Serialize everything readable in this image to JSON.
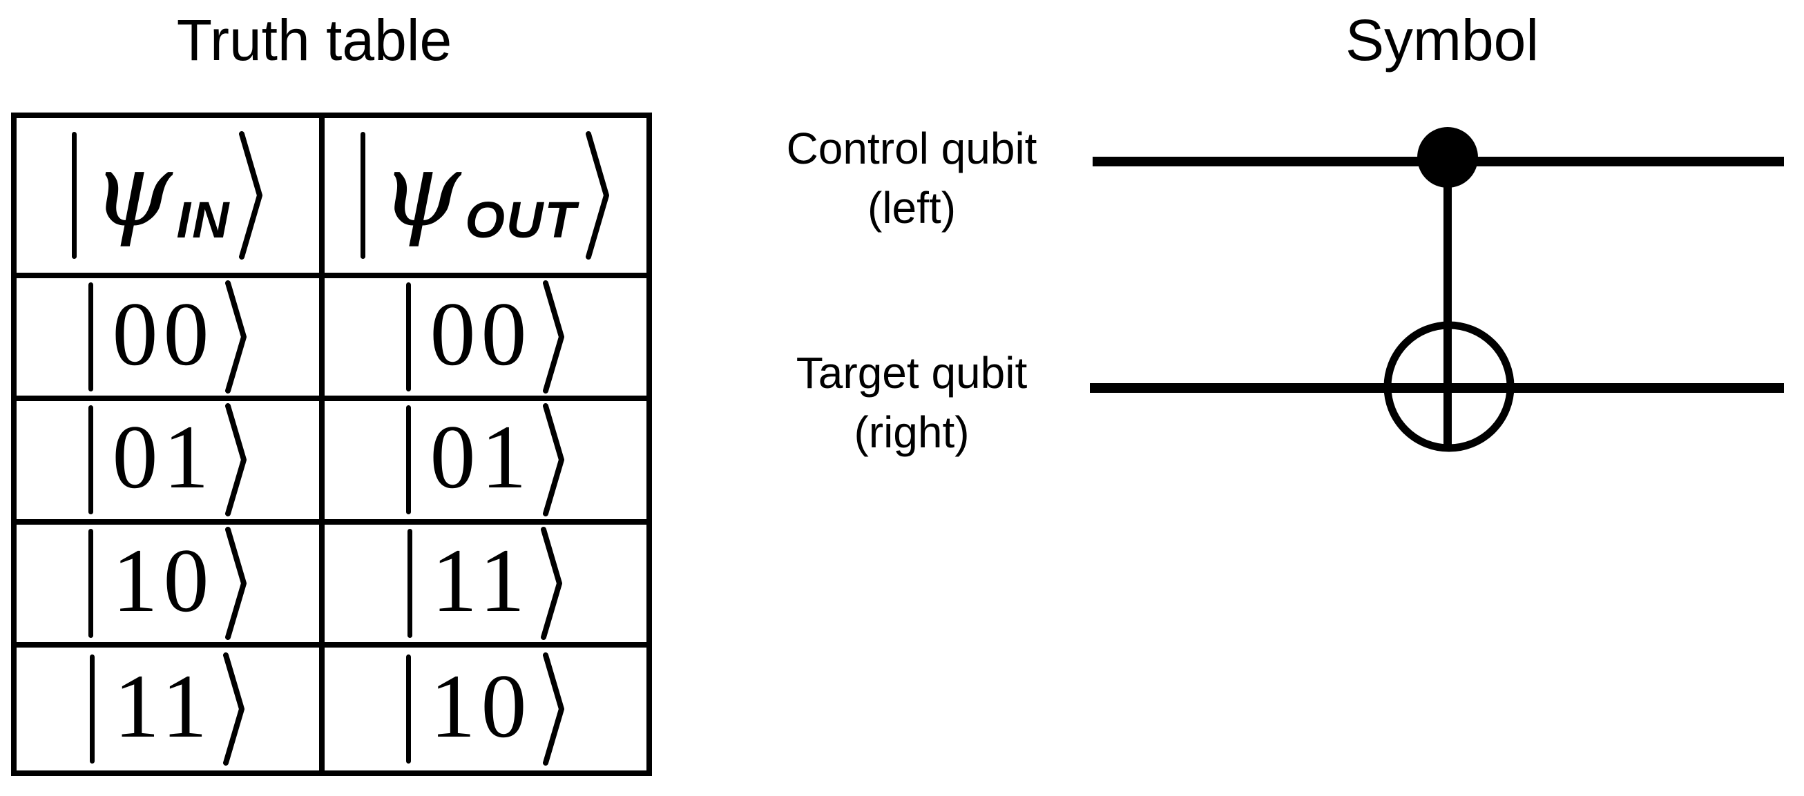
{
  "figure": {
    "background_color": "#ffffff",
    "ink_color": "#000000"
  },
  "truth_table_panel": {
    "title": "Truth table",
    "table": {
      "ket_prefix": "|",
      "ket_suffix": "⟩",
      "headers": [
        {
          "symbol": "ψ",
          "subscript": "IN"
        },
        {
          "symbol": "ψ",
          "subscript": "OUT"
        }
      ],
      "rows": [
        {
          "in": "00",
          "out": "00"
        },
        {
          "in": "01",
          "out": "01"
        },
        {
          "in": "10",
          "out": "11"
        },
        {
          "in": "11",
          "out": "10"
        }
      ]
    }
  },
  "symbol_panel": {
    "title": "Symbol",
    "control_label": {
      "line1": "Control qubit",
      "line2": "(left)"
    },
    "target_label": {
      "line1": "Target qubit",
      "line2": "(right)"
    }
  }
}
